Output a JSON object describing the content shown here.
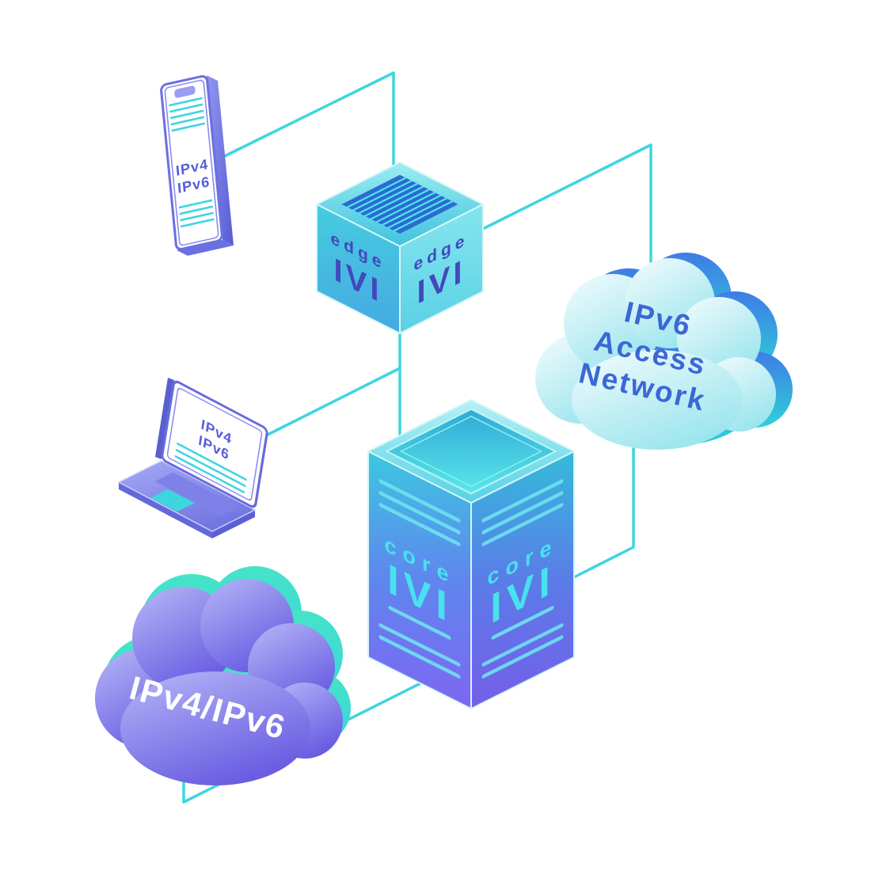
{
  "diagram": {
    "nodes": {
      "smartphone": {
        "label_line1": "IPv4",
        "label_line2": "IPv6"
      },
      "laptop": {
        "label_line1": "IPv4",
        "label_line2": "IPv6"
      },
      "edge_router": {
        "role": "edge",
        "label": "IVI"
      },
      "core_router": {
        "role": "core",
        "label": "IVI"
      },
      "ipv6_access_network_cloud": {
        "line1": "IPv6",
        "line2": "Access",
        "line3": "Network"
      },
      "dual_stack_cloud": {
        "label": "IPv4/IPv6"
      }
    },
    "colors": {
      "link_line": "#3dd6de",
      "device_text": "#585dd8",
      "edge_text": "#4348bc",
      "core_text": "#47e2ee",
      "access_cloud_text": "#3c67d6",
      "dual_cloud_text": "#ffffff",
      "background": "#ffffff"
    }
  }
}
